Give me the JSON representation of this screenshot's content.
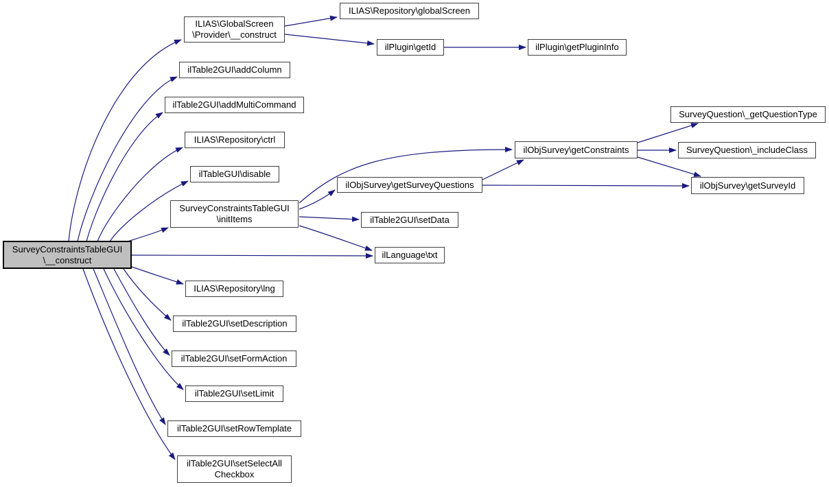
{
  "diagram": {
    "type": "call-graph",
    "colors": {
      "edge": "#1a1a80",
      "node_border": "#3f3f3f",
      "node_fill": "#ffffff",
      "highlight_fill": "#bfbfbf",
      "highlight_border": "#000000",
      "text": "#000000"
    },
    "nodes": [
      {
        "id": "construct",
        "highlighted": true,
        "lines": [
          "SurveyConstraintsTableGUI",
          "\\__construct"
        ]
      },
      {
        "id": "provider-construct",
        "highlighted": false,
        "lines": [
          "ILIAS\\GlobalScreen",
          "\\Provider\\__construct"
        ]
      },
      {
        "id": "global-screen",
        "highlighted": false,
        "lines": [
          "ILIAS\\Repository\\globalScreen"
        ]
      },
      {
        "id": "get-id",
        "highlighted": false,
        "lines": [
          "ilPlugin\\getId"
        ]
      },
      {
        "id": "get-plugin-info",
        "highlighted": false,
        "lines": [
          "ilPlugin\\getPluginInfo"
        ]
      },
      {
        "id": "add-column",
        "highlighted": false,
        "lines": [
          "ilTable2GUI\\addColumn"
        ]
      },
      {
        "id": "add-multi-command",
        "highlighted": false,
        "lines": [
          "ilTable2GUI\\addMultiCommand"
        ]
      },
      {
        "id": "ctrl",
        "highlighted": false,
        "lines": [
          "ILIAS\\Repository\\ctrl"
        ]
      },
      {
        "id": "disable",
        "highlighted": false,
        "lines": [
          "ilTableGUI\\disable"
        ]
      },
      {
        "id": "init-items",
        "highlighted": false,
        "lines": [
          "SurveyConstraintsTableGUI",
          "\\initItems"
        ]
      },
      {
        "id": "get-survey-questions",
        "highlighted": false,
        "lines": [
          "ilObjSurvey\\getSurveyQuestions"
        ]
      },
      {
        "id": "set-data",
        "highlighted": false,
        "lines": [
          "ilTable2GUI\\setData"
        ]
      },
      {
        "id": "txt",
        "highlighted": false,
        "lines": [
          "ilLanguage\\txt"
        ]
      },
      {
        "id": "get-constraints",
        "highlighted": false,
        "lines": [
          "ilObjSurvey\\getConstraints"
        ]
      },
      {
        "id": "get-question-type",
        "highlighted": false,
        "lines": [
          "SurveyQuestion\\_getQuestionType"
        ]
      },
      {
        "id": "include-class",
        "highlighted": false,
        "lines": [
          "SurveyQuestion\\_includeClass"
        ]
      },
      {
        "id": "get-survey-id",
        "highlighted": false,
        "lines": [
          "ilObjSurvey\\getSurveyId"
        ]
      },
      {
        "id": "lng",
        "highlighted": false,
        "lines": [
          "ILIAS\\Repository\\lng"
        ]
      },
      {
        "id": "set-description",
        "highlighted": false,
        "lines": [
          "ilTable2GUI\\setDescription"
        ]
      },
      {
        "id": "set-form-action",
        "highlighted": false,
        "lines": [
          "ilTable2GUI\\setFormAction"
        ]
      },
      {
        "id": "set-limit",
        "highlighted": false,
        "lines": [
          "ilTable2GUI\\setLimit"
        ]
      },
      {
        "id": "set-row-template",
        "highlighted": false,
        "lines": [
          "ilTable2GUI\\setRowTemplate"
        ]
      },
      {
        "id": "set-select-all-checkbox",
        "highlighted": false,
        "lines": [
          "ilTable2GUI\\setSelectAll",
          "Checkbox"
        ]
      }
    ],
    "edges": [
      {
        "from": "construct",
        "to": "provider-construct"
      },
      {
        "from": "construct",
        "to": "add-column"
      },
      {
        "from": "construct",
        "to": "add-multi-command"
      },
      {
        "from": "construct",
        "to": "ctrl"
      },
      {
        "from": "construct",
        "to": "disable"
      },
      {
        "from": "construct",
        "to": "init-items"
      },
      {
        "from": "construct",
        "to": "txt"
      },
      {
        "from": "construct",
        "to": "lng"
      },
      {
        "from": "construct",
        "to": "set-description"
      },
      {
        "from": "construct",
        "to": "set-form-action"
      },
      {
        "from": "construct",
        "to": "set-limit"
      },
      {
        "from": "construct",
        "to": "set-row-template"
      },
      {
        "from": "construct",
        "to": "set-select-all-checkbox"
      },
      {
        "from": "provider-construct",
        "to": "global-screen"
      },
      {
        "from": "provider-construct",
        "to": "get-id"
      },
      {
        "from": "get-id",
        "to": "get-plugin-info"
      },
      {
        "from": "init-items",
        "to": "get-constraints"
      },
      {
        "from": "init-items",
        "to": "get-survey-questions"
      },
      {
        "from": "init-items",
        "to": "set-data"
      },
      {
        "from": "init-items",
        "to": "txt"
      },
      {
        "from": "get-survey-questions",
        "to": "get-constraints"
      },
      {
        "from": "get-survey-questions",
        "to": "get-survey-id"
      },
      {
        "from": "get-constraints",
        "to": "get-question-type"
      },
      {
        "from": "get-constraints",
        "to": "include-class"
      },
      {
        "from": "get-constraints",
        "to": "get-survey-id"
      }
    ]
  }
}
